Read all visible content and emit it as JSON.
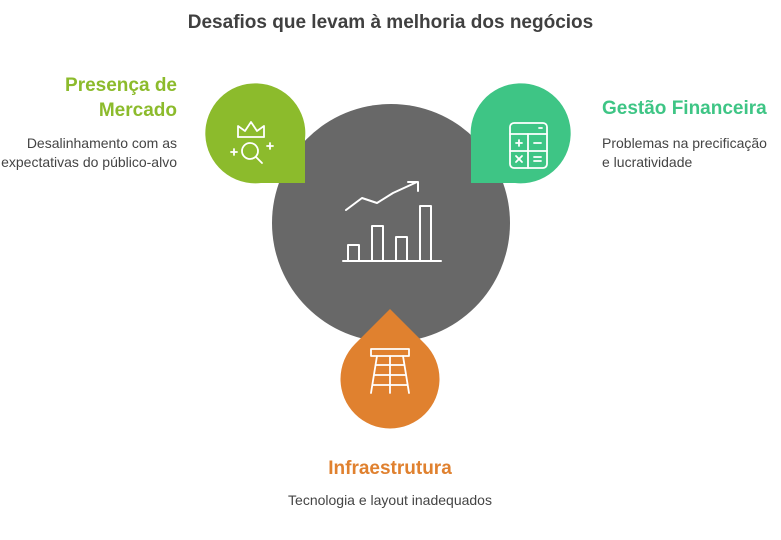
{
  "title": "Desafios que levam à melhoria dos negócios",
  "colors": {
    "center": "#686868",
    "presenca": "#8cbb2c",
    "gestao": "#3ec585",
    "infra": "#e0812f",
    "title": "#404040",
    "text": "#444444"
  },
  "center": {
    "icon": "chart-growth-icon"
  },
  "items": [
    {
      "id": "presenca",
      "heading": "Presença de Mercado",
      "description": "Desalinhamento com as expectativas do público-alvo",
      "icon": "crown-magnifier-icon"
    },
    {
      "id": "gestao",
      "heading": "Gestão Financeira",
      "description": "Problemas na precificação e lucratividade",
      "icon": "calculator-icon"
    },
    {
      "id": "infra",
      "heading": "Infraestrutura",
      "description": "Tecnologia e layout inadequados",
      "icon": "ladder-icon"
    }
  ]
}
